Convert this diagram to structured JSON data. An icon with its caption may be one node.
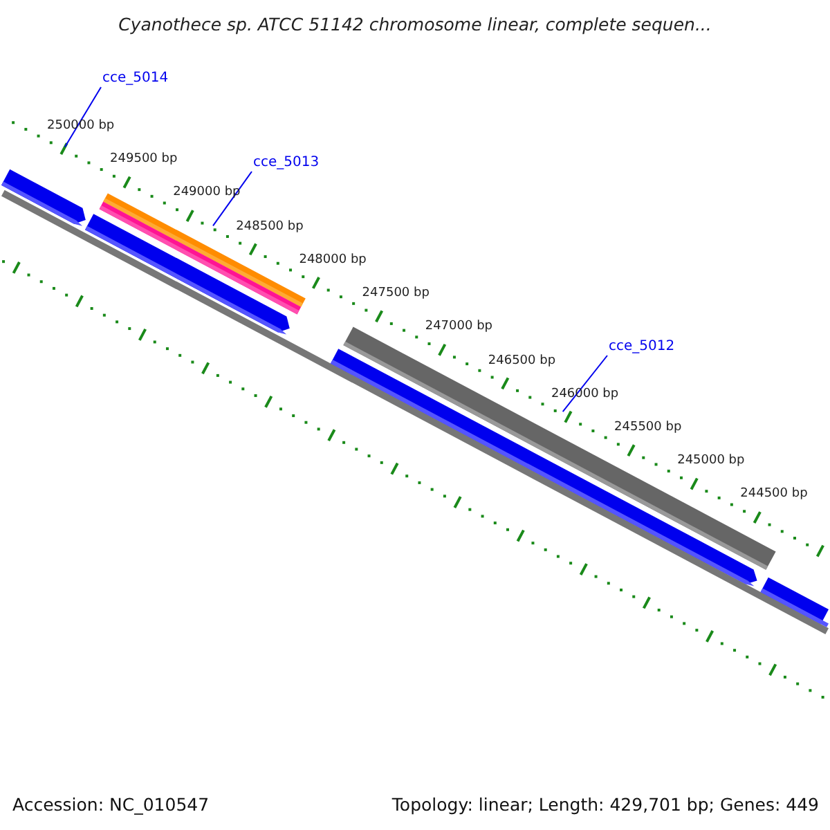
{
  "diagram": {
    "title": "Cyanothece sp. ATCC 51142 chromosome linear, complete sequen...",
    "nodes": [
      {
        "text": [
          "cce_5014"
        ]
      },
      {
        "text": [
          "cce_5013"
        ]
      },
      {
        "text": [
          "cce_5012"
        ]
      }
    ],
    "edges": [
      {
        "from": 0,
        "to": null,
        "arrow": "none"
      },
      {
        "from": 1,
        "to": null,
        "arrow": "none"
      },
      {
        "from": 2,
        "to": null,
        "arrow": "none"
      }
    ],
    "labels": [
      "250000 bp",
      "249500 bp",
      "249000 bp",
      "248500 bp",
      "248000 bp",
      "247500 bp",
      "247000 bp",
      "246500 bp",
      "246000 bp",
      "245500 bp",
      "245000 bp",
      "244500 bp",
      "Accession: NC_010547",
      "Topology: linear; Length: 429,701 bp; Genes: 449"
    ]
  }
}
